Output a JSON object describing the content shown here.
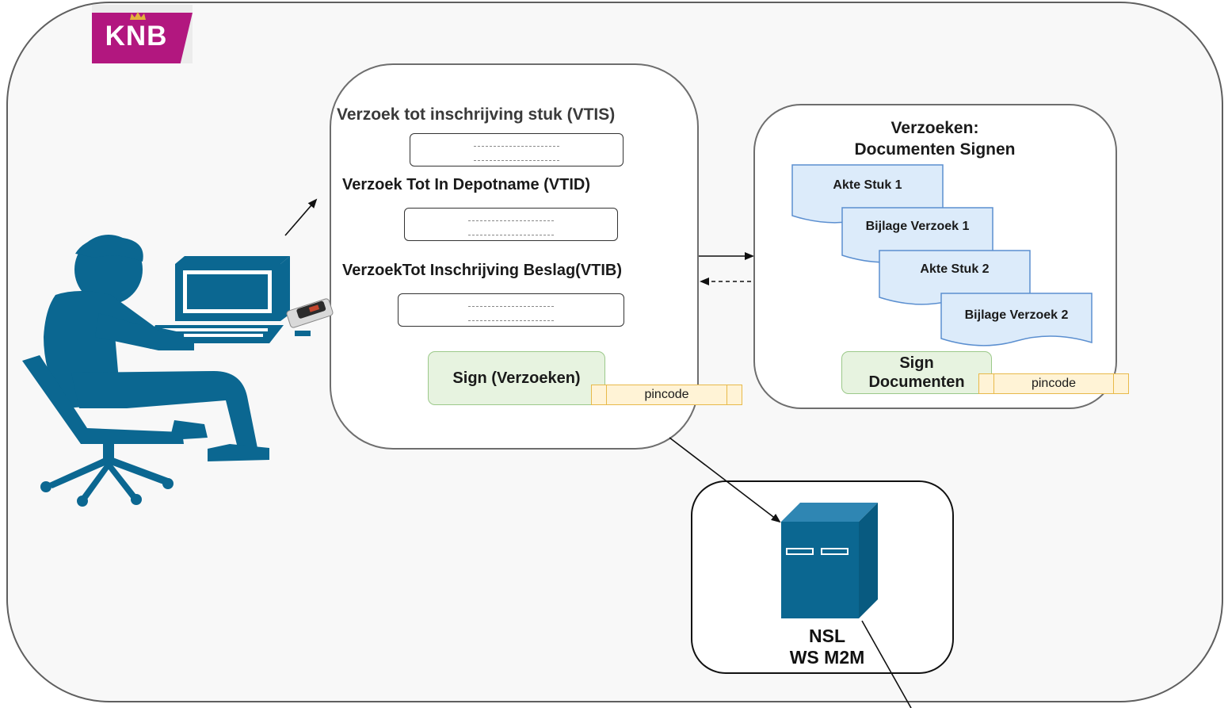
{
  "logo": {
    "text": "KNB",
    "brand_color": "#b2177f"
  },
  "vt_panel": {
    "heading_vtis": "Verzoek tot inschrijving stuk (VTIS)",
    "heading_vtid": "Verzoek Tot In Depotname (VTID)",
    "heading_vtib": "VerzoekTot Inschrijving Beslag(VTIB)",
    "sign_button": "Sign (Verzoeken)",
    "pincode": "pincode"
  },
  "docs_panel": {
    "title_line1": "Verzoeken:",
    "title_line2": "Documenten Signen",
    "documents": [
      "Akte Stuk 1",
      "Bijlage Verzoek 1",
      "Akte Stuk 2",
      "Bijlage Verzoek 2"
    ],
    "sign_button_line1": "Sign",
    "sign_button_line2": "Documenten",
    "pincode": "pincode"
  },
  "nsl_panel": {
    "line1": "NSL",
    "line2": "WS M2M"
  },
  "colors": {
    "user_figure": "#0b6791",
    "server": "#0b6791",
    "document_fill": "#dcebfa",
    "document_stroke": "#5b8fd0",
    "sign_fill": "#e7f3e0",
    "pincode_fill": "#fff3d6"
  },
  "icons": [
    "user-at-computer-icon",
    "usb-token-icon",
    "server-icon"
  ]
}
